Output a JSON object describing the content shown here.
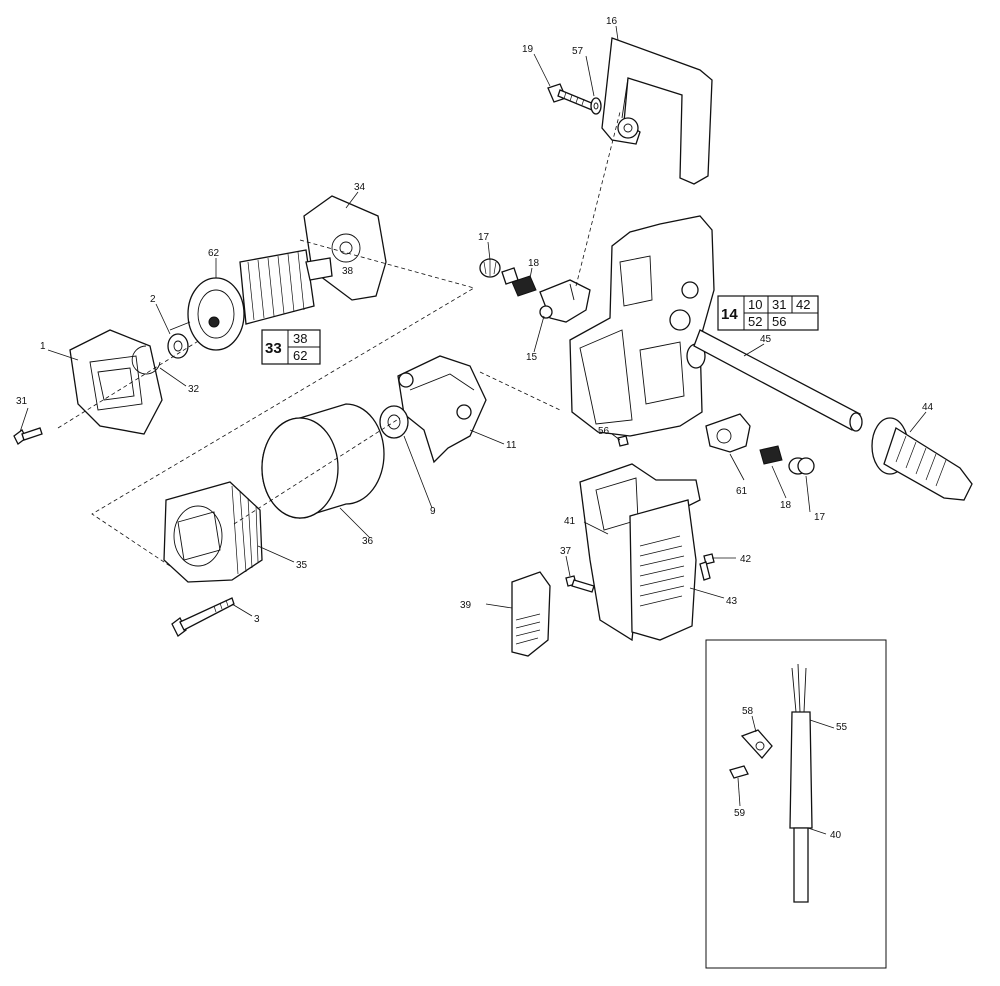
{
  "callouts": {
    "c1": "1",
    "c2": "2",
    "c3": "3",
    "c9": "9",
    "c11": "11",
    "c15": "15",
    "c16": "16",
    "c17a": "17",
    "c17b": "17",
    "c18a": "18",
    "c18b": "18",
    "c19": "19",
    "c31": "31",
    "c32": "32",
    "c34": "34",
    "c35": "35",
    "c36": "36",
    "c37": "37",
    "c38": "38",
    "c39": "39",
    "c40": "40",
    "c41": "41",
    "c42": "42",
    "c43": "43",
    "c44": "44",
    "c45": "45",
    "c55": "55",
    "c56": "56",
    "c57": "57",
    "c58": "58",
    "c59": "59",
    "c61": "61",
    "c62": "62"
  },
  "kit_boxes": {
    "kit33": {
      "main": "33",
      "top": "38",
      "bottom": "62"
    },
    "kit14": {
      "main": "14",
      "top_a": "10",
      "top_b": "31",
      "top_c": "42",
      "bottom_a": "52",
      "bottom_b": "56"
    }
  }
}
